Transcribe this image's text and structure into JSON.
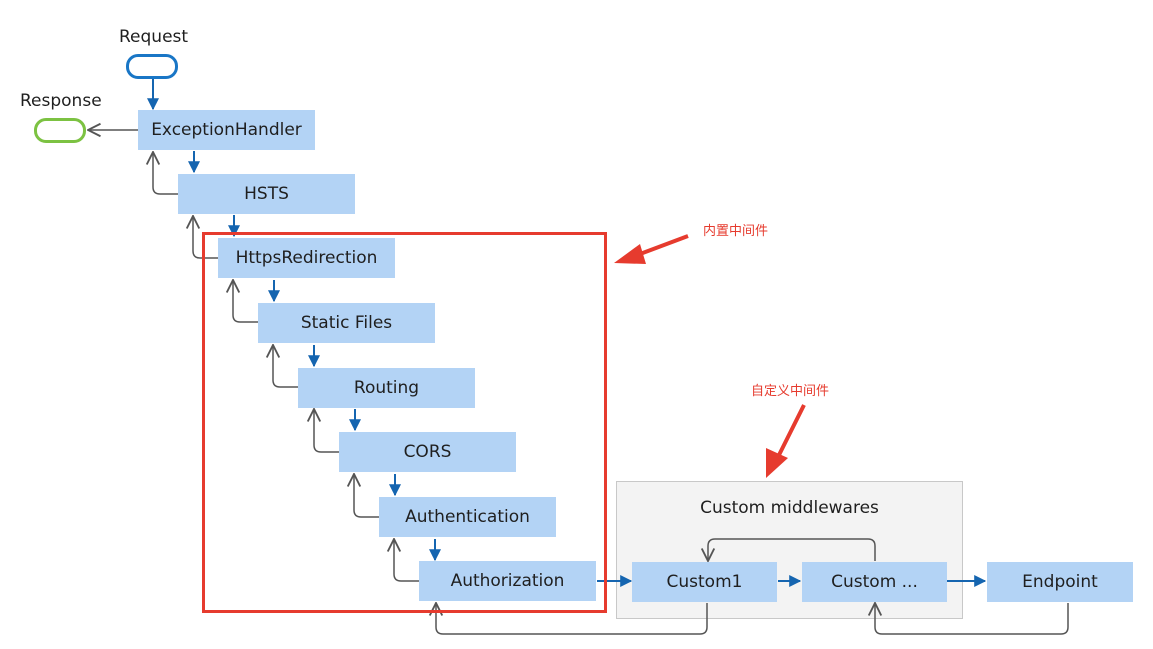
{
  "terminals": {
    "request": "Request",
    "response": "Response"
  },
  "pipeline": {
    "exception_handler": "ExceptionHandler",
    "hsts": "HSTS",
    "https_redirection": "HttpsRedirection",
    "static_files": "Static Files",
    "routing": "Routing",
    "cors": "CORS",
    "authentication": "Authentication",
    "authorization": "Authorization"
  },
  "custom_group": {
    "title": "Custom middlewares",
    "custom1": "Custom1",
    "custom_more": "Custom ..."
  },
  "endpoint": "Endpoint",
  "annotations": {
    "builtin": "内置中间件",
    "custom": "自定义中间件"
  },
  "colors": {
    "node_fill": "#b3d3f5",
    "forward_arrow": "#1565b0",
    "return_arrow": "#555555",
    "highlight": "#e63b2e",
    "request_border": "#1976c6",
    "response_border": "#7cc242"
  }
}
